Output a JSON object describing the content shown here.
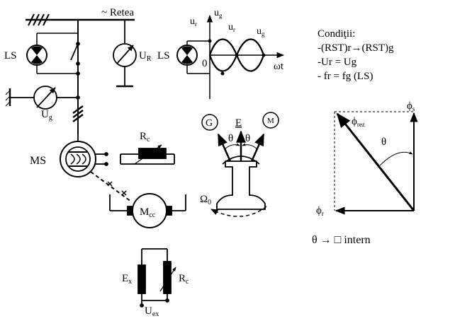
{
  "network": {
    "label": "~ Retea",
    "voltmeter_label": "U",
    "voltmeter_sub": "R",
    "lamp_label": "LS"
  },
  "generator": {
    "voltmeter_label": "U",
    "voltmeter_sub": "g",
    "machine_label": "MS",
    "rheostat_label": "R",
    "rheostat_sub": "c",
    "motor_label": "M",
    "motor_sub": "cc",
    "exciter_label": "E",
    "exciter_sub": "x",
    "exciter_rheostat_label": "R",
    "exciter_rheostat_sub": "c",
    "exciter_voltage_label": "U",
    "exciter_voltage_sub": "ex"
  },
  "waves": {
    "lamp_label": "LS",
    "ur_label": "u",
    "ur_sub": "r",
    "ug_label": "u",
    "ug_sub": "g",
    "ur2_label": "u",
    "ur2_sub": "r",
    "ug2_label": "u",
    "ug2_sub": "g",
    "origin": "0",
    "time_axis": "ωt"
  },
  "rotor": {
    "g_label": "G",
    "e_label": "E",
    "m_label": "M",
    "theta_left": "θ",
    "theta_right": "θ",
    "omega_label": "Ω",
    "omega_sub": "0"
  },
  "conditions": {
    "title": "Condiţii:",
    "line1": "-(RST)r→(RST)g",
    "line2": "-Ur = Ug",
    "line3": "- fr = fg (LS)"
  },
  "phasor": {
    "phi_s": "ϕ",
    "phi_s_sub": "s",
    "phi_rez": "ϕ",
    "phi_rez_sub": "rez",
    "theta": "θ",
    "phi_r": "ϕ",
    "phi_r_sub": "r"
  },
  "footer": {
    "theta_arrow": "θ → □  intern"
  }
}
